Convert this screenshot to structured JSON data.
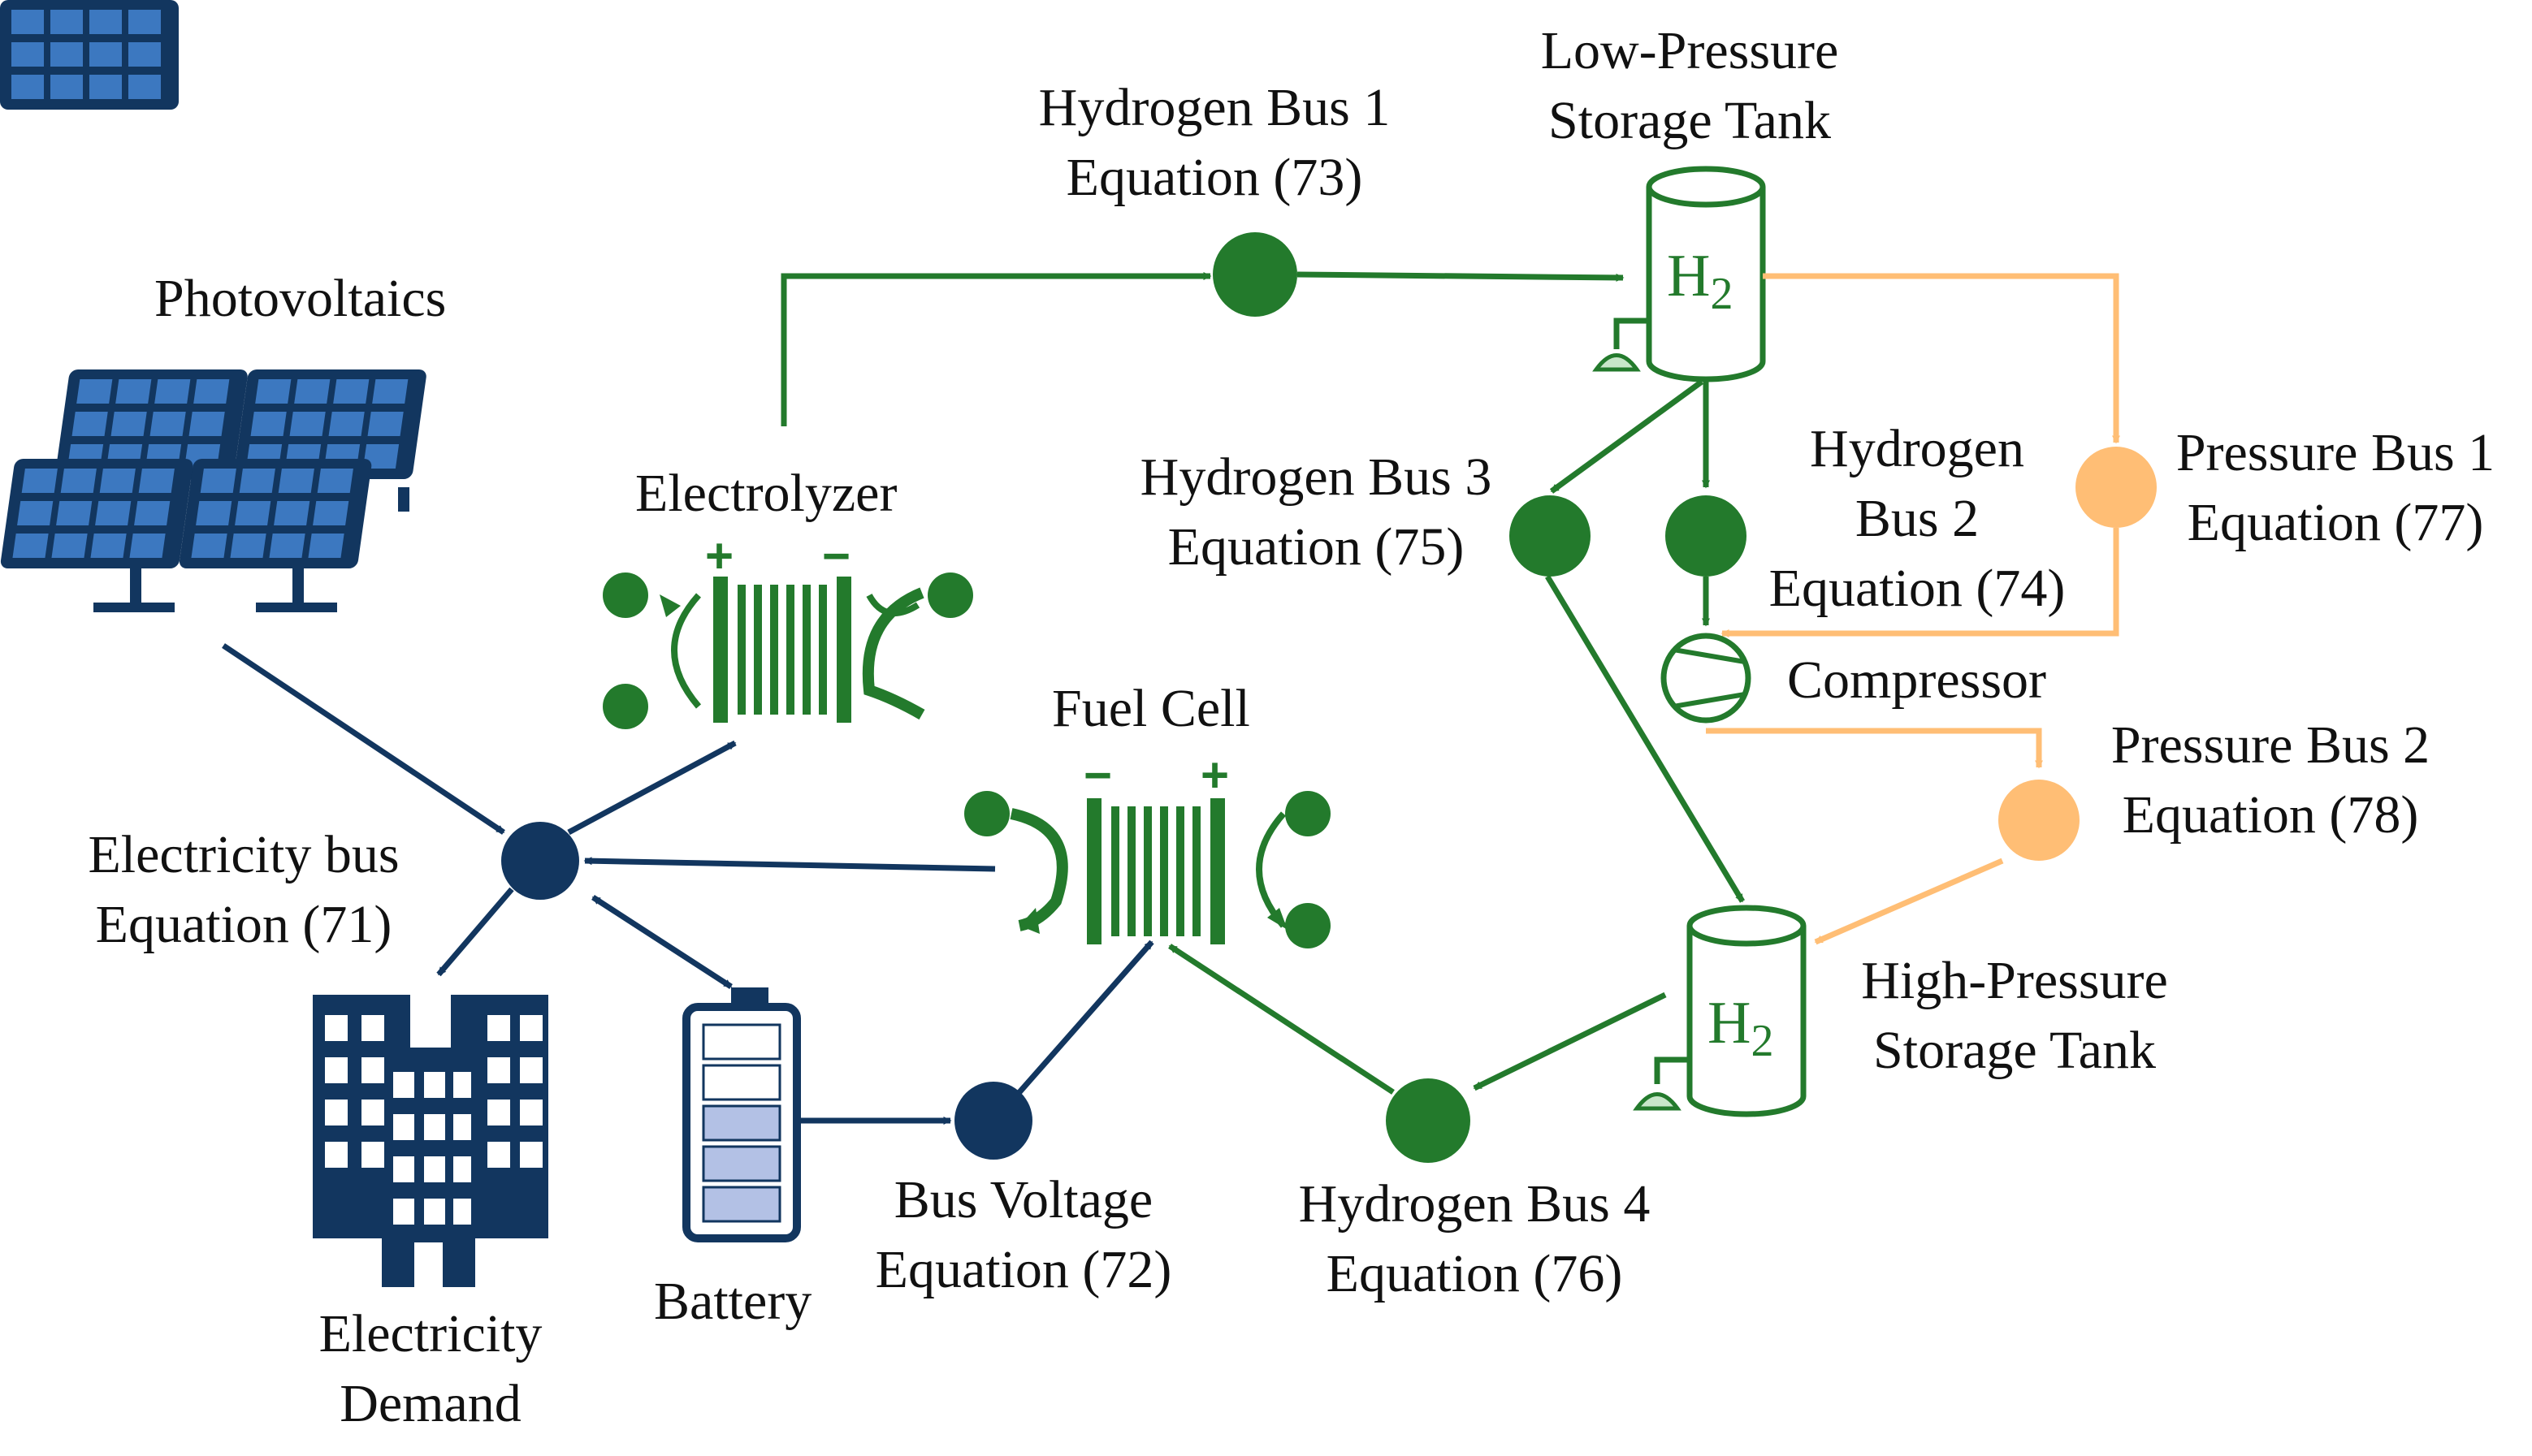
{
  "colors": {
    "electric": "#12365F",
    "hydrogen": "#237A2C",
    "pressure": "#FFBE75",
    "battery_fill": "#B3C1E5",
    "pv_cell": "#2C5E9E"
  },
  "labels": {
    "photovoltaics": "Photovoltaics",
    "electrolyzer": "Electrolyzer",
    "fuel_cell": "Fuel Cell",
    "battery": "Battery",
    "electricity_bus": [
      "Electricity bus",
      "Equation (71)"
    ],
    "electricity_demand": [
      "Electricity",
      "Demand"
    ],
    "bus_voltage": [
      "Bus Voltage",
      "Equation (72)"
    ],
    "hydrogen_bus_1": [
      "Hydrogen Bus 1",
      "Equation (73)"
    ],
    "hydrogen_bus_2": [
      "Hydrogen",
      "Bus 2",
      "Equation (74)"
    ],
    "hydrogen_bus_3": [
      "Hydrogen Bus 3",
      "Equation (75)"
    ],
    "hydrogen_bus_4": [
      "Hydrogen Bus 4",
      "Equation (76)"
    ],
    "pressure_bus_1": [
      "Pressure Bus 1",
      "Equation (77)"
    ],
    "pressure_bus_2": [
      "Pressure Bus 2",
      "Equation (78)"
    ],
    "compressor": "Compressor",
    "low_pressure_tank": [
      "Low-Pressure",
      "Storage Tank"
    ],
    "high_pressure_tank": [
      "High-Pressure",
      "Storage Tank"
    ]
  },
  "tank_text": {
    "symbol": "H",
    "subscript": "2"
  },
  "polarity": {
    "electrolyzer": {
      "left": "+",
      "right": "−"
    },
    "fuel_cell": {
      "left": "−",
      "right": "+"
    }
  },
  "icons": {
    "photovoltaics": "solar-panel-icon",
    "electrolyzer": "electrolyzer-stack-icon",
    "fuel_cell": "fuel-cell-stack-icon",
    "battery": "battery-icon",
    "electricity_demand": "buildings-icon",
    "compressor": "compressor-icon",
    "low_pressure_tank": "hydrogen-tank-icon",
    "high_pressure_tank": "hydrogen-tank-icon"
  }
}
